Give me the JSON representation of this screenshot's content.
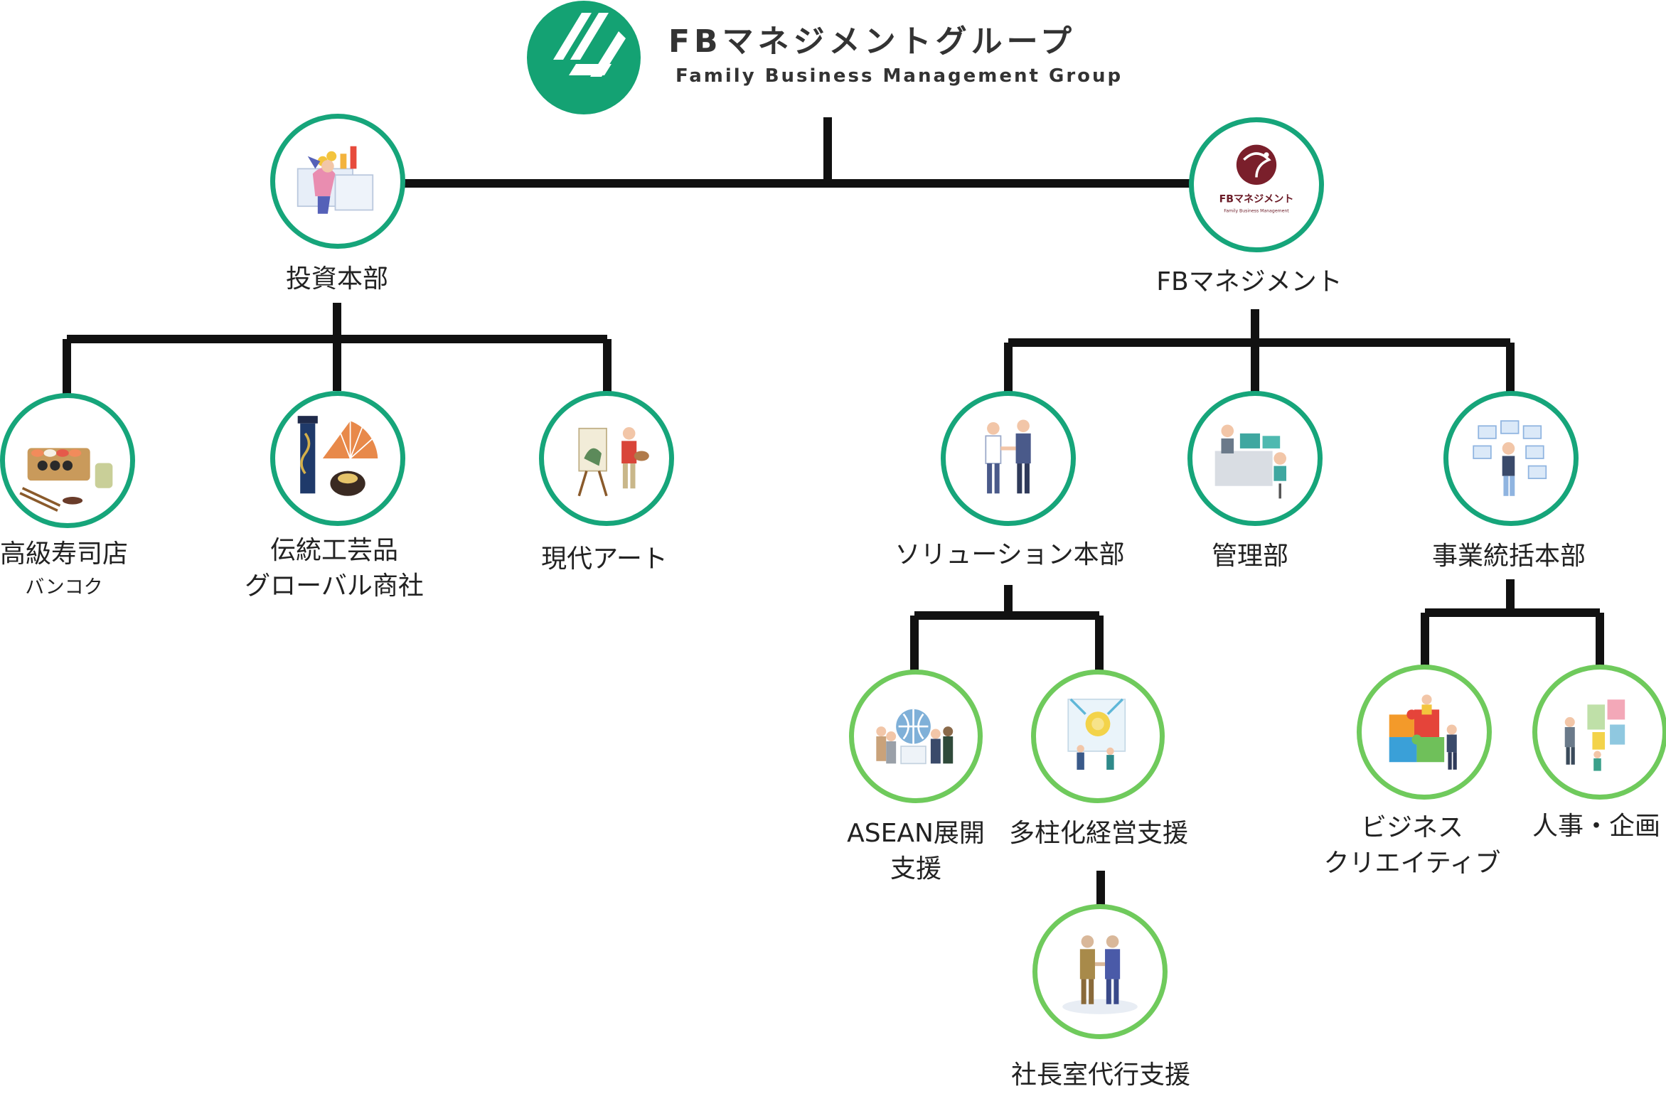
{
  "logo": {
    "title": "FBマネジメントグループ",
    "subtitle": "Family Business Management Group",
    "mark_color": "#14a273",
    "icon": "fb-group-logo-icon"
  },
  "fbm_logo": {
    "name": "FBマネジメント",
    "subtitle": "Family Business Management",
    "color": "#7a1f2b"
  },
  "colors": {
    "level1_border": "#16a57a",
    "level3_border": "#6fca5c",
    "connector": "#111111"
  },
  "nodes": {
    "investment": {
      "label": "投資本部",
      "icon": "investment-chart-icon"
    },
    "fbm": {
      "label": "FBマネジメント",
      "icon": "fb-management-logo-icon"
    },
    "sushi": {
      "label": "高級寿司店",
      "sub": "バンコク",
      "icon": "sushi-icon"
    },
    "crafts": {
      "label_line1": "伝統工芸品",
      "label_line2": "グローバル商社",
      "icon": "folding-fan-icon"
    },
    "art": {
      "label": "現代アート",
      "icon": "painter-icon"
    },
    "solution": {
      "label": "ソリューション本部",
      "icon": "handshake-icon"
    },
    "admin": {
      "label": "管理部",
      "icon": "office-workers-icon"
    },
    "business": {
      "label": "事業統括本部",
      "icon": "digital-screens-icon"
    },
    "asean": {
      "label_line1": "ASEAN展開",
      "label_line2": "支援",
      "icon": "globe-people-icon"
    },
    "diversify": {
      "label": "多柱化経営支援",
      "icon": "strategy-board-icon"
    },
    "secretary": {
      "label": "社長室代行支援",
      "icon": "executive-handshake-icon"
    },
    "creative": {
      "label_line1": "ビジネス",
      "label_line2": "クリエイティブ",
      "icon": "puzzle-team-icon"
    },
    "hr": {
      "label": "人事・企画",
      "icon": "hr-planning-icon"
    }
  }
}
